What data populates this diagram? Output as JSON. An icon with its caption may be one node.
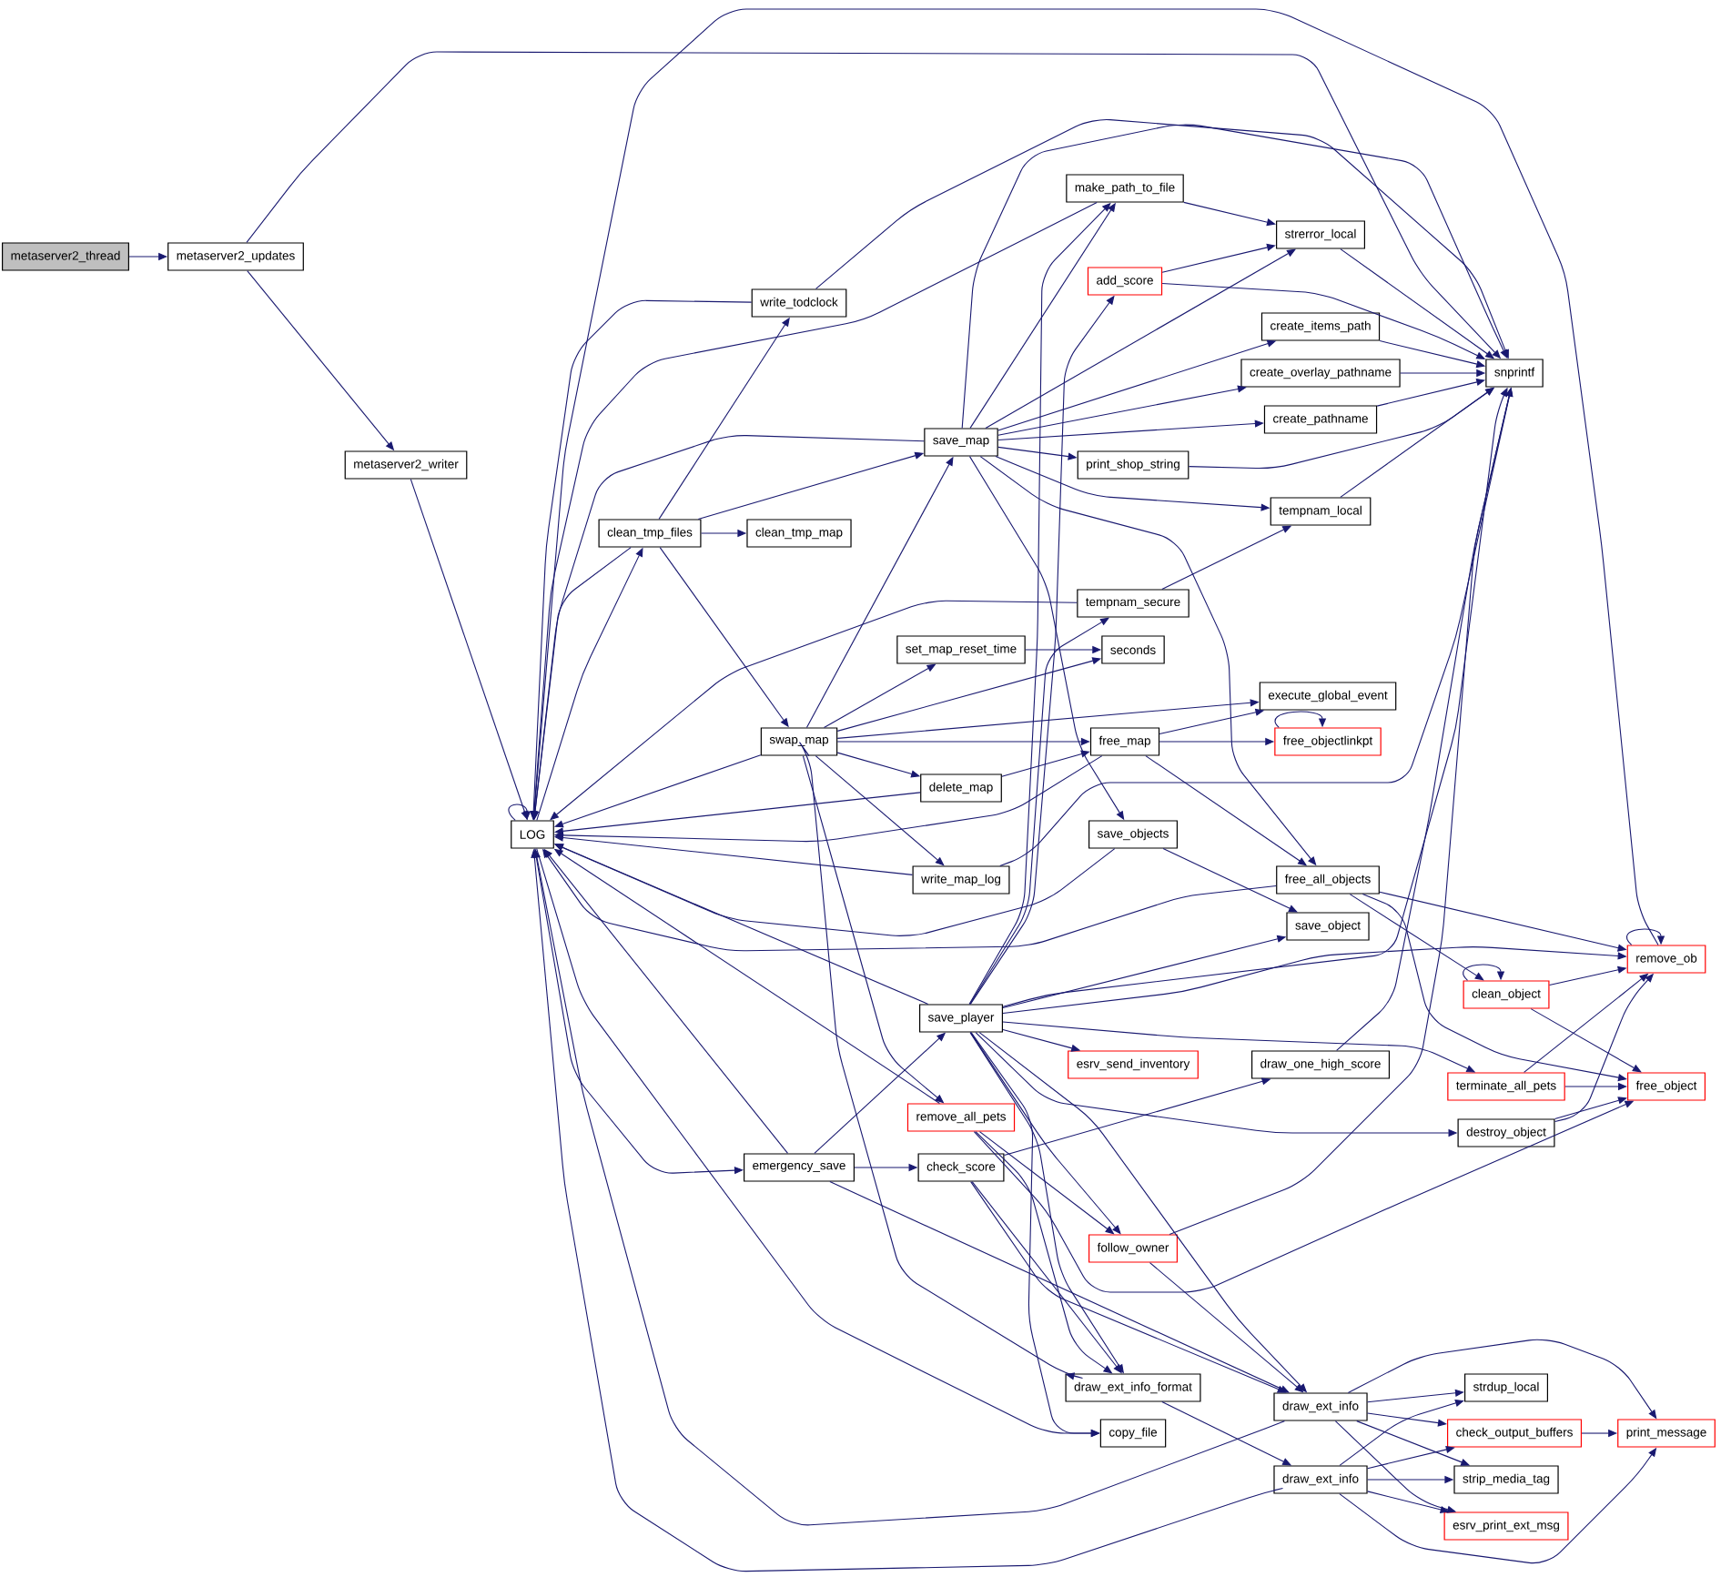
{
  "diagram": {
    "nodes": [
      {
        "text": [
          "metaserver2_thread"
        ]
      },
      {
        "text": [
          "metaserver2_updates"
        ]
      },
      {
        "text": [
          "metaserver2_writer"
        ]
      },
      {
        "text": [
          "LOG"
        ]
      },
      {
        "text": [
          "write_todclock"
        ]
      },
      {
        "text": [
          "clean_tmp_files"
        ]
      },
      {
        "text": [
          "clean_tmp_map"
        ]
      },
      {
        "text": [
          "make_path_to_file"
        ]
      },
      {
        "text": [
          "strerror_local"
        ]
      },
      {
        "text": [
          "add_score"
        ]
      },
      {
        "text": [
          "save_map"
        ]
      },
      {
        "text": [
          "create_items_path"
        ]
      },
      {
        "text": [
          "create_overlay_pathname"
        ]
      },
      {
        "text": [
          "create_pathname"
        ]
      },
      {
        "text": [
          "print_shop_string"
        ]
      },
      {
        "text": [
          "tempnam_local"
        ]
      },
      {
        "text": [
          "snprintf"
        ]
      },
      {
        "text": [
          "tempnam_secure"
        ]
      },
      {
        "text": [
          "set_map_reset_time"
        ]
      },
      {
        "text": [
          "seconds"
        ]
      },
      {
        "text": [
          "execute_global_event"
        ]
      },
      {
        "text": [
          "swap_map"
        ]
      },
      {
        "text": [
          "free_map"
        ]
      },
      {
        "text": [
          "free_objectlinkpt"
        ]
      },
      {
        "text": [
          "delete_map"
        ]
      },
      {
        "text": [
          "save_objects"
        ]
      },
      {
        "text": [
          "write_map_log"
        ]
      },
      {
        "text": [
          "free_all_objects"
        ]
      },
      {
        "text": [
          "save_object"
        ]
      },
      {
        "text": [
          "remove_ob"
        ]
      },
      {
        "text": [
          "clean_object"
        ]
      },
      {
        "text": [
          "save_player"
        ]
      },
      {
        "text": [
          "esrv_send_inventory"
        ]
      },
      {
        "text": [
          "draw_one_high_score"
        ]
      },
      {
        "text": [
          "terminate_all_pets"
        ]
      },
      {
        "text": [
          "free_object"
        ]
      },
      {
        "text": [
          "remove_all_pets"
        ]
      },
      {
        "text": [
          "destroy_object"
        ]
      },
      {
        "text": [
          "emergency_save"
        ]
      },
      {
        "text": [
          "check_score"
        ]
      },
      {
        "text": [
          "follow_owner"
        ]
      },
      {
        "text": [
          "draw_ext_info_format"
        ]
      },
      {
        "text": [
          "draw_ext_info"
        ]
      },
      {
        "text": [
          "strdup_local"
        ]
      },
      {
        "text": [
          "check_output_buffers"
        ]
      },
      {
        "text": [
          "print_message"
        ]
      },
      {
        "text": [
          "copy_file"
        ]
      },
      {
        "text": [
          "draw_ext_info"
        ]
      },
      {
        "text": [
          "strip_media_tag"
        ]
      },
      {
        "text": [
          "esrv_print_ext_msg"
        ]
      }
    ],
    "edges": [
      {
        "from": 0,
        "to": 1,
        "arrow": "to"
      },
      {
        "from": 1,
        "to": 2,
        "arrow": "to"
      },
      {
        "from": 1,
        "to": 16,
        "arrow": "to"
      },
      {
        "from": 2,
        "to": 3,
        "arrow": "to"
      },
      {
        "from": 3,
        "to": 3,
        "arrow": "to"
      },
      {
        "from": 3,
        "to": 5,
        "arrow": "to"
      },
      {
        "from": 3,
        "to": 38,
        "arrow": "to"
      },
      {
        "from": 3,
        "to": 46,
        "arrow": "to"
      },
      {
        "from": 4,
        "to": 3,
        "arrow": "to"
      },
      {
        "from": 4,
        "to": 16,
        "arrow": "to"
      },
      {
        "from": 5,
        "to": 3,
        "arrow": "to"
      },
      {
        "from": 5,
        "to": 4,
        "arrow": "to"
      },
      {
        "from": 5,
        "to": 6,
        "arrow": "to"
      },
      {
        "from": 5,
        "to": 10,
        "arrow": "to"
      },
      {
        "from": 5,
        "to": 21,
        "arrow": "to"
      },
      {
        "from": 7,
        "to": 3,
        "arrow": "to"
      },
      {
        "from": 7,
        "to": 8,
        "arrow": "to"
      },
      {
        "from": 8,
        "to": 16,
        "arrow": "to"
      },
      {
        "from": 9,
        "to": 8,
        "arrow": "to"
      },
      {
        "from": 9,
        "to": 16,
        "arrow": "to"
      },
      {
        "from": 10,
        "to": 3,
        "arrow": "to"
      },
      {
        "from": 10,
        "to": 7,
        "arrow": "to"
      },
      {
        "from": 10,
        "to": 8,
        "arrow": "to"
      },
      {
        "from": 10,
        "to": 11,
        "arrow": "to"
      },
      {
        "from": 10,
        "to": 12,
        "arrow": "to"
      },
      {
        "from": 10,
        "to": 13,
        "arrow": "to"
      },
      {
        "from": 10,
        "to": 14,
        "arrow": "to"
      },
      {
        "from": 10,
        "to": 15,
        "arrow": "to"
      },
      {
        "from": 10,
        "to": 16,
        "arrow": "to"
      },
      {
        "from": 10,
        "to": 25,
        "arrow": "to"
      },
      {
        "from": 10,
        "to": 27,
        "arrow": "to"
      },
      {
        "from": 11,
        "to": 16,
        "arrow": "to"
      },
      {
        "from": 12,
        "to": 16,
        "arrow": "to"
      },
      {
        "from": 13,
        "to": 16,
        "arrow": "to"
      },
      {
        "from": 14,
        "to": 16,
        "arrow": "to"
      },
      {
        "from": 15,
        "to": 16,
        "arrow": "to"
      },
      {
        "from": 17,
        "to": 3,
        "arrow": "to"
      },
      {
        "from": 17,
        "to": 15,
        "arrow": "to"
      },
      {
        "from": 18,
        "to": 19,
        "arrow": "to"
      },
      {
        "from": 21,
        "to": 3,
        "arrow": "to"
      },
      {
        "from": 21,
        "to": 10,
        "arrow": "to"
      },
      {
        "from": 21,
        "to": 18,
        "arrow": "to"
      },
      {
        "from": 21,
        "to": 19,
        "arrow": "to"
      },
      {
        "from": 21,
        "to": 20,
        "arrow": "to"
      },
      {
        "from": 21,
        "to": 22,
        "arrow": "to"
      },
      {
        "from": 21,
        "to": 24,
        "arrow": "to"
      },
      {
        "from": 21,
        "to": 26,
        "arrow": "to"
      },
      {
        "from": 21,
        "to": 36,
        "arrow": "to"
      },
      {
        "from": 21,
        "to": 41,
        "arrow": "to"
      },
      {
        "from": 22,
        "to": 3,
        "arrow": "to"
      },
      {
        "from": 22,
        "to": 20,
        "arrow": "to"
      },
      {
        "from": 22,
        "to": 23,
        "arrow": "to"
      },
      {
        "from": 22,
        "to": 27,
        "arrow": "to"
      },
      {
        "from": 23,
        "to": 23,
        "arrow": "to"
      },
      {
        "from": 24,
        "to": 3,
        "arrow": "to"
      },
      {
        "from": 24,
        "to": 22,
        "arrow": "to"
      },
      {
        "from": 25,
        "to": 3,
        "arrow": "to"
      },
      {
        "from": 25,
        "to": 28,
        "arrow": "to"
      },
      {
        "from": 26,
        "to": 3,
        "arrow": "to"
      },
      {
        "from": 26,
        "to": 16,
        "arrow": "to"
      },
      {
        "from": 27,
        "to": 3,
        "arrow": "to"
      },
      {
        "from": 27,
        "to": 29,
        "arrow": "to"
      },
      {
        "from": 27,
        "to": 30,
        "arrow": "to"
      },
      {
        "from": 27,
        "to": 35,
        "arrow": "to"
      },
      {
        "from": 29,
        "to": 3,
        "arrow": "to"
      },
      {
        "from": 29,
        "to": 29,
        "arrow": "to"
      },
      {
        "from": 30,
        "to": 29,
        "arrow": "to"
      },
      {
        "from": 30,
        "to": 30,
        "arrow": "to"
      },
      {
        "from": 30,
        "to": 35,
        "arrow": "to"
      },
      {
        "from": 31,
        "to": 3,
        "arrow": "to"
      },
      {
        "from": 31,
        "to": 7,
        "arrow": "to"
      },
      {
        "from": 31,
        "to": 9,
        "arrow": "to"
      },
      {
        "from": 31,
        "to": 16,
        "arrow": "to"
      },
      {
        "from": 31,
        "to": 17,
        "arrow": "to"
      },
      {
        "from": 31,
        "to": 28,
        "arrow": "to"
      },
      {
        "from": 31,
        "to": 29,
        "arrow": "to"
      },
      {
        "from": 31,
        "to": 32,
        "arrow": "to"
      },
      {
        "from": 31,
        "to": 34,
        "arrow": "to"
      },
      {
        "from": 31,
        "to": 37,
        "arrow": "to"
      },
      {
        "from": 31,
        "to": 40,
        "arrow": "to"
      },
      {
        "from": 31,
        "to": 41,
        "arrow": "to"
      },
      {
        "from": 31,
        "to": 42,
        "arrow": "to"
      },
      {
        "from": 31,
        "to": 46,
        "arrow": "to"
      },
      {
        "from": 33,
        "to": 16,
        "arrow": "to"
      },
      {
        "from": 34,
        "to": 29,
        "arrow": "to"
      },
      {
        "from": 34,
        "to": 35,
        "arrow": "to"
      },
      {
        "from": 36,
        "to": 3,
        "arrow": "to"
      },
      {
        "from": 36,
        "to": 35,
        "arrow": "to"
      },
      {
        "from": 36,
        "to": 40,
        "arrow": "to"
      },
      {
        "from": 36,
        "to": 41,
        "arrow": "to"
      },
      {
        "from": 37,
        "to": 29,
        "arrow": "to"
      },
      {
        "from": 37,
        "to": 35,
        "arrow": "to"
      },
      {
        "from": 38,
        "to": 3,
        "arrow": "to"
      },
      {
        "from": 38,
        "to": 31,
        "arrow": "to"
      },
      {
        "from": 38,
        "to": 39,
        "arrow": "to"
      },
      {
        "from": 38,
        "to": 42,
        "arrow": "to"
      },
      {
        "from": 39,
        "to": 33,
        "arrow": "to"
      },
      {
        "from": 39,
        "to": 41,
        "arrow": "to"
      },
      {
        "from": 39,
        "to": 42,
        "arrow": "to"
      },
      {
        "from": 40,
        "to": 16,
        "arrow": "to"
      },
      {
        "from": 40,
        "to": 42,
        "arrow": "to"
      },
      {
        "from": 41,
        "to": 47,
        "arrow": "to"
      },
      {
        "from": 42,
        "to": 3,
        "arrow": "to"
      },
      {
        "from": 42,
        "to": 43,
        "arrow": "to"
      },
      {
        "from": 42,
        "to": 44,
        "arrow": "to"
      },
      {
        "from": 42,
        "to": 45,
        "arrow": "to"
      },
      {
        "from": 42,
        "to": 48,
        "arrow": "to"
      },
      {
        "from": 42,
        "to": 49,
        "arrow": "to"
      },
      {
        "from": 44,
        "to": 45,
        "arrow": "to"
      },
      {
        "from": 47,
        "to": 3,
        "arrow": "to"
      },
      {
        "from": 47,
        "to": 43,
        "arrow": "to"
      },
      {
        "from": 47,
        "to": 44,
        "arrow": "to"
      },
      {
        "from": 47,
        "to": 45,
        "arrow": "to"
      },
      {
        "from": 47,
        "to": 48,
        "arrow": "to"
      },
      {
        "from": 47,
        "to": 49,
        "arrow": "to"
      }
    ]
  }
}
